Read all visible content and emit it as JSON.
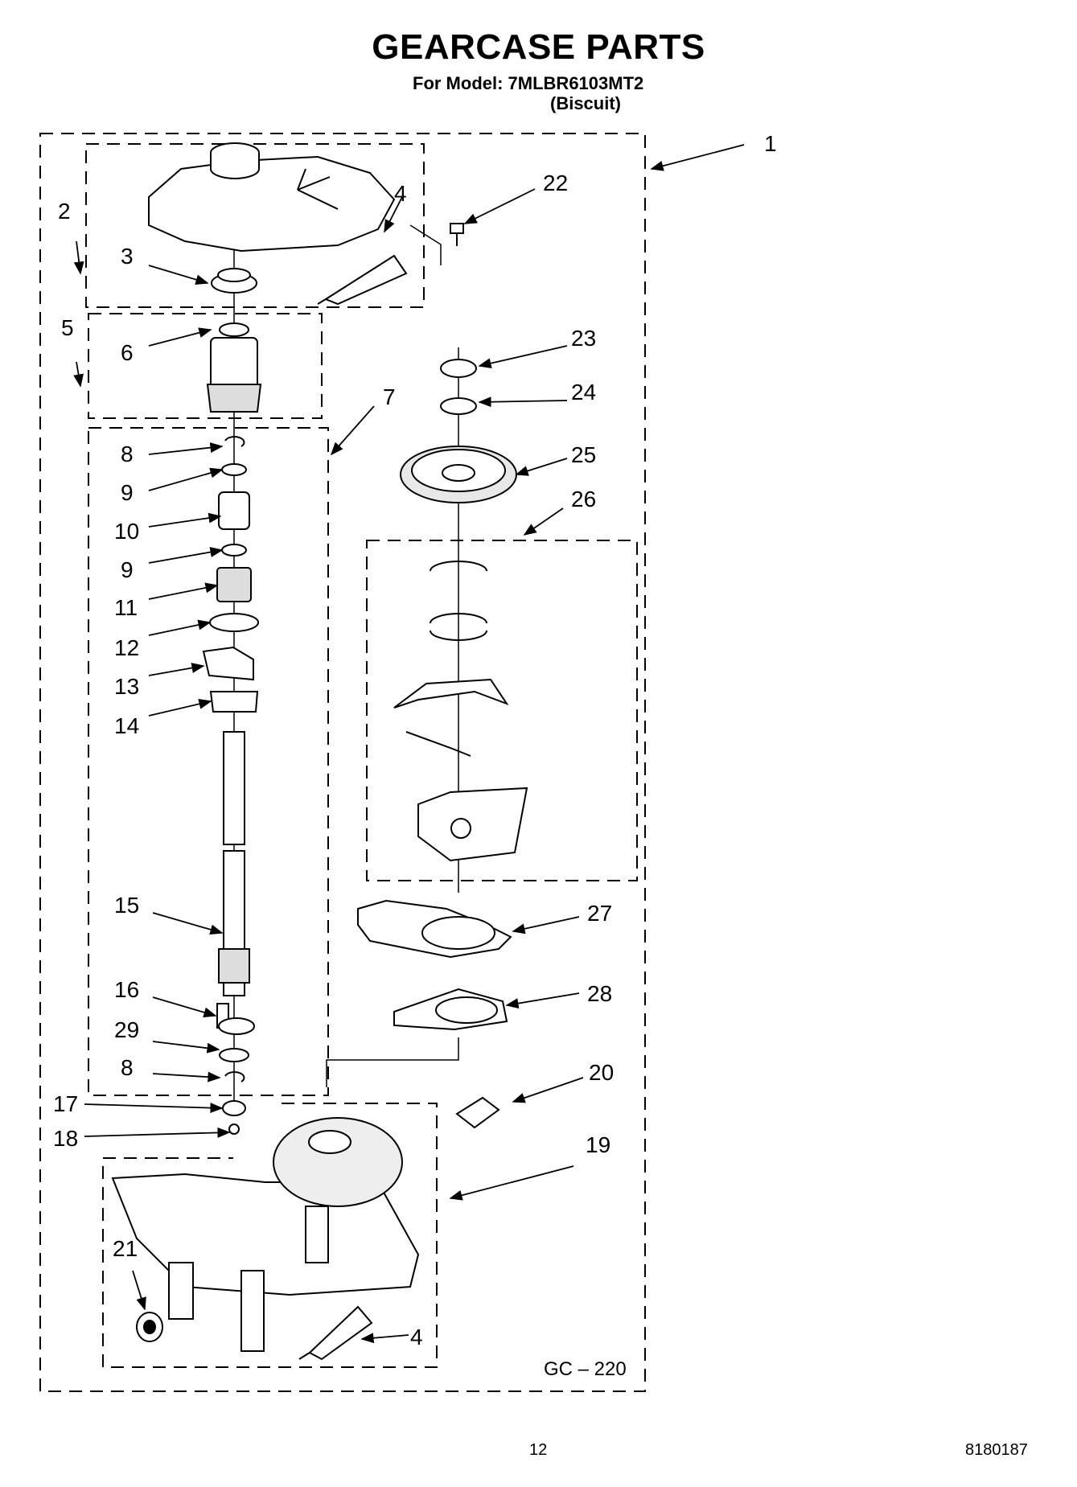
{
  "header": {
    "title": "GEARCASE PARTS",
    "model_line": "For Model: 7MLBR6103MT2",
    "color_line": "(Biscuit)"
  },
  "callouts": [
    "1",
    "2",
    "3",
    "4",
    "5",
    "6",
    "7",
    "8",
    "9",
    "10",
    "9",
    "11",
    "12",
    "13",
    "14",
    "15",
    "16",
    "29",
    "8",
    "17",
    "18",
    "19",
    "20",
    "21",
    "22",
    "23",
    "24",
    "25",
    "26",
    "27",
    "28",
    "4"
  ],
  "diagram_code": "GC – 220",
  "footer": {
    "page_number": "12",
    "doc_number": "8180187"
  }
}
